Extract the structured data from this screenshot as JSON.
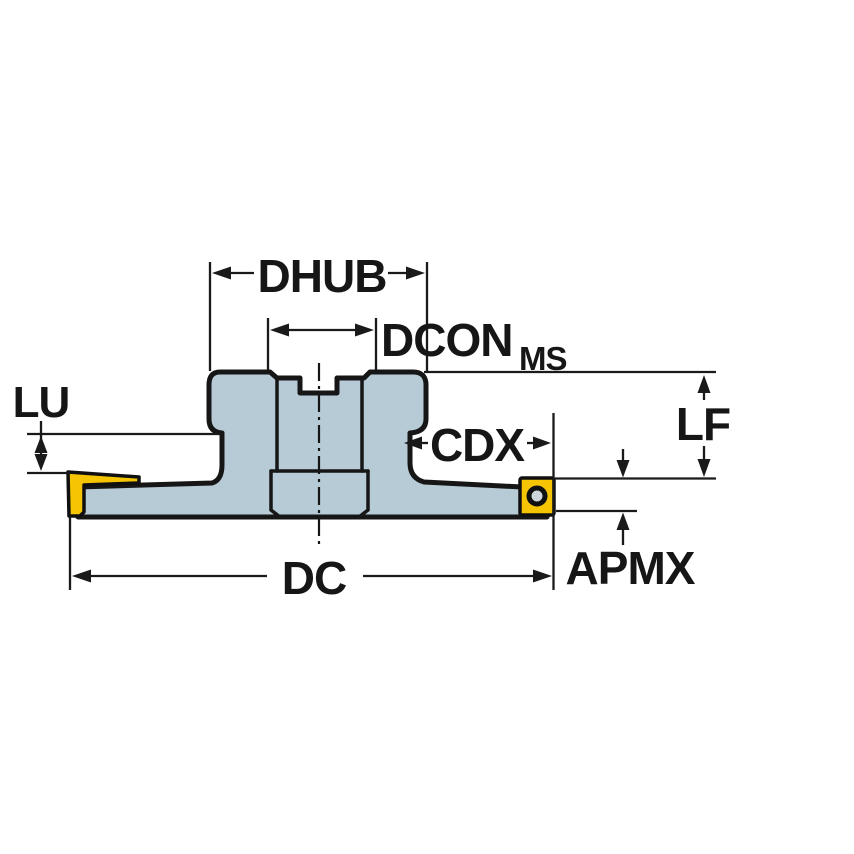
{
  "labels": {
    "dhub": "DHUB",
    "dcon_base": "DCON",
    "dcon_sub": "MS",
    "lu": "LU",
    "lf": "LF",
    "cdx": "CDX",
    "apmx": "APMX",
    "dc": "DC"
  },
  "colors": {
    "background": "#ffffff",
    "body_fill": "#b7cbd7",
    "outline": "#161616",
    "dimension_line": "#1a1a1a",
    "insert_fill": "#f5c402",
    "insert_hole_fill": "#ccd6dc"
  }
}
